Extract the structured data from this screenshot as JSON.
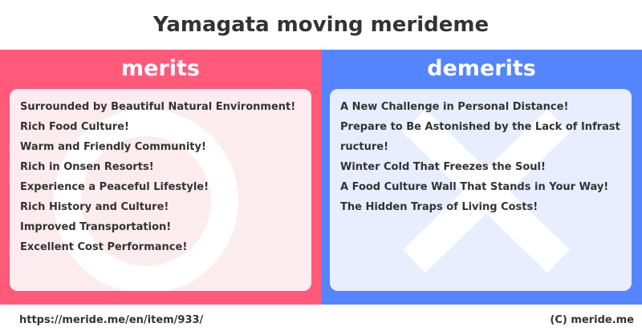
{
  "title": "Yamagata moving merideme",
  "merits": {
    "heading": "merits",
    "items": [
      "Surrounded by Beautiful Natural Environment!",
      "Rich Food Culture!",
      "Warm and Friendly Community!",
      "Rich in Onsen Resorts!",
      "Experience a Peaceful Lifestyle!",
      "Rich History and Culture!",
      "Improved Transportation!",
      "Excellent Cost Performance!"
    ]
  },
  "demerits": {
    "heading": "demerits",
    "items": [
      "A New Challenge in Personal Distance!",
      "Prepare to Be Astonished by the Lack of Infrastructure!",
      "Winter Cold That Freezes the Soul!",
      "A Food Culture Wall That Stands in Your Way!",
      "The Hidden Traps of Living Costs!"
    ]
  },
  "footer": {
    "url": "https://meride.me/en/item/933/",
    "copyright": "(C) meride.me"
  },
  "colors": {
    "merits": "#ff5a7a",
    "demerits": "#5584ff"
  }
}
